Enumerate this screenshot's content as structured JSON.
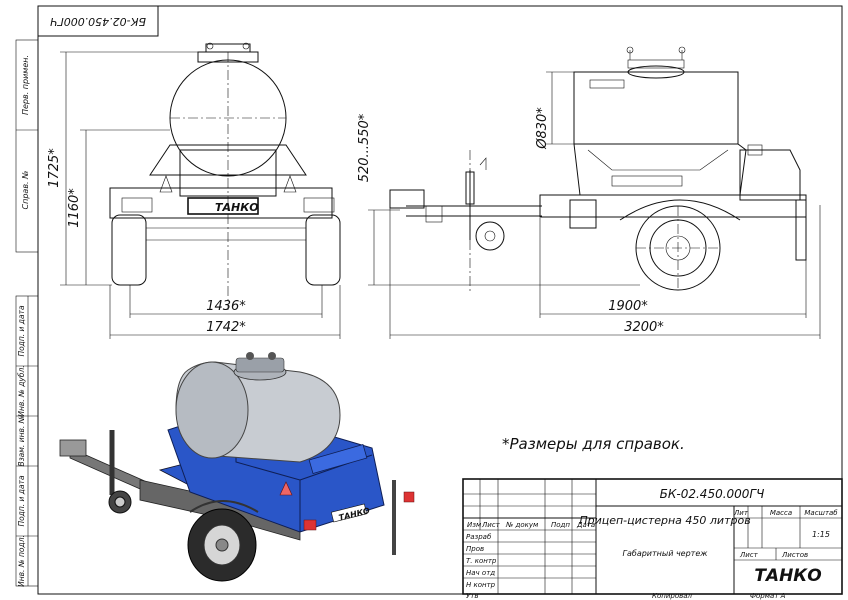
{
  "drawing": {
    "designation_mirrored": "БК-02.450.000ГЧ",
    "designation": "БК-02.450.000ГЧ",
    "title": "Прицеп-цистерна 450 литров",
    "doc_type": "Габаритный чертеж",
    "scale": "1:15",
    "company": "ТАНКО",
    "note": "*Размеры для справок.",
    "copied_label": "Копировал",
    "format_label": "Формат А"
  },
  "side_stamp": {
    "labels": [
      "Перв. примен.",
      "Справ. №",
      "Подп. и дата",
      "Инв. № дубл.",
      "Взам. инв. №",
      "Подп. и дата",
      "Инв. № подл."
    ]
  },
  "title_block": {
    "row_labels": [
      "Изм",
      "Лист",
      "№ докум",
      "Подп",
      "Дата"
    ],
    "roles": [
      "Разраб",
      "Пров",
      "Т. контр",
      "Нач отд",
      "Н контр",
      "Утв"
    ],
    "col_labels": [
      "Лит",
      "Масса",
      "Масштаб"
    ],
    "sheet_label": "Лист",
    "sheets_label": "Листов"
  },
  "dimensions": {
    "front": {
      "height_total": "1725*",
      "height_hitch": "1160*",
      "track": "1436*",
      "width": "1742*"
    },
    "side": {
      "diameter": "Ø830*",
      "hitch_range": "520...550*",
      "axle_to_hitch": "1900*",
      "length": "3200*"
    }
  },
  "colors": {
    "tank_body": "#2a56c8",
    "tank_shell": "#c8ccd2",
    "line": "#111111"
  }
}
